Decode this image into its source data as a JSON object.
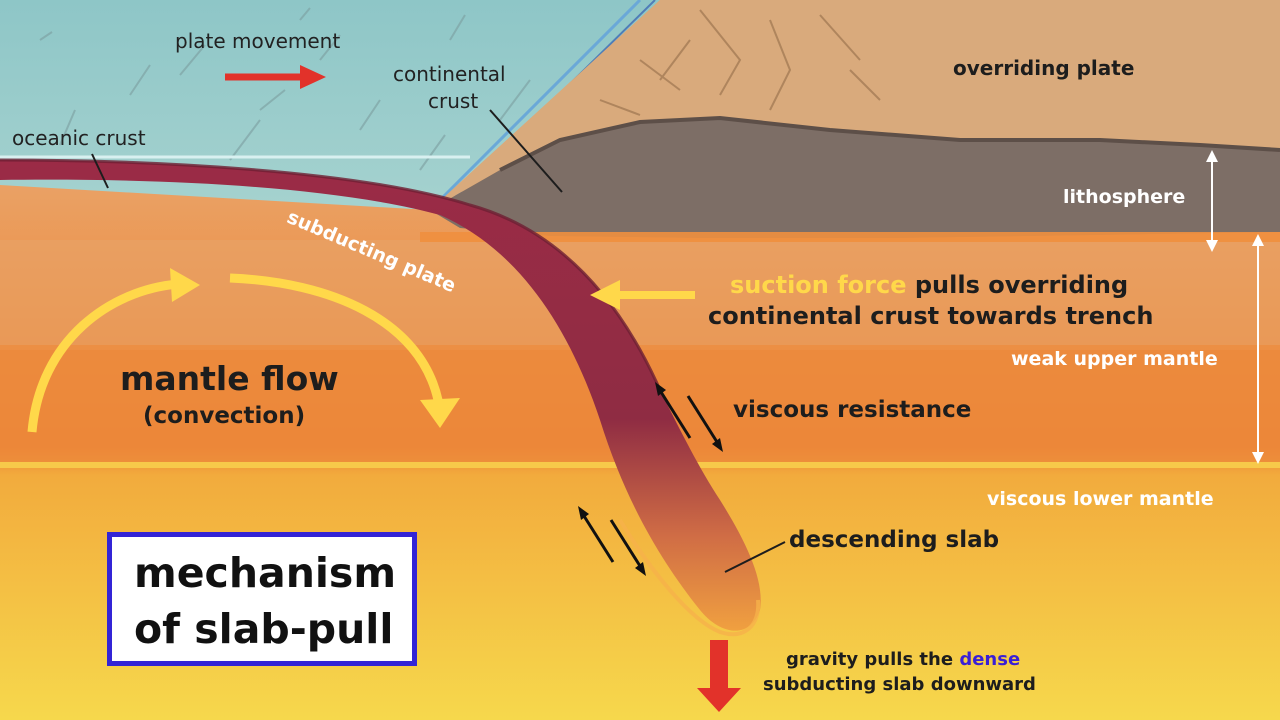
{
  "labels": {
    "plate_movement": "plate movement",
    "continental_crust_line1": "continental",
    "continental_crust_line2": "crust",
    "oceanic_crust": "oceanic crust",
    "overriding_plate": "overriding plate",
    "lithosphere": "lithosphere",
    "subducting_plate": "subducting plate",
    "suction_force": "suction force",
    "suction_rest_line1": "pulls overriding",
    "suction_line2": "continental crust towards trench",
    "weak_upper_mantle": "weak upper mantle",
    "mantle_flow": "mantle flow",
    "convection": "(convection)",
    "viscous_resistance": "viscous resistance",
    "viscous_lower_mantle": "viscous lower mantle",
    "descending_slab": "descending slab",
    "gravity_line1_part1": "gravity pulls the",
    "gravity_dense": "dense",
    "gravity_line2": "subducting slab downward"
  },
  "title": {
    "line1": "mechanism",
    "line2": "of slab-pull"
  },
  "colors": {
    "ocean": "#93c8c9",
    "continent": "#d9a97a",
    "lithosphere": "#7d6e66",
    "upper_mantle": "#e99a52",
    "lower_mantle": "#f5c140",
    "slab": "#9a2d45",
    "arrow_red": "#e2322a",
    "arrow_yellow": "#ffd84a",
    "title_border": "#3324d6"
  }
}
